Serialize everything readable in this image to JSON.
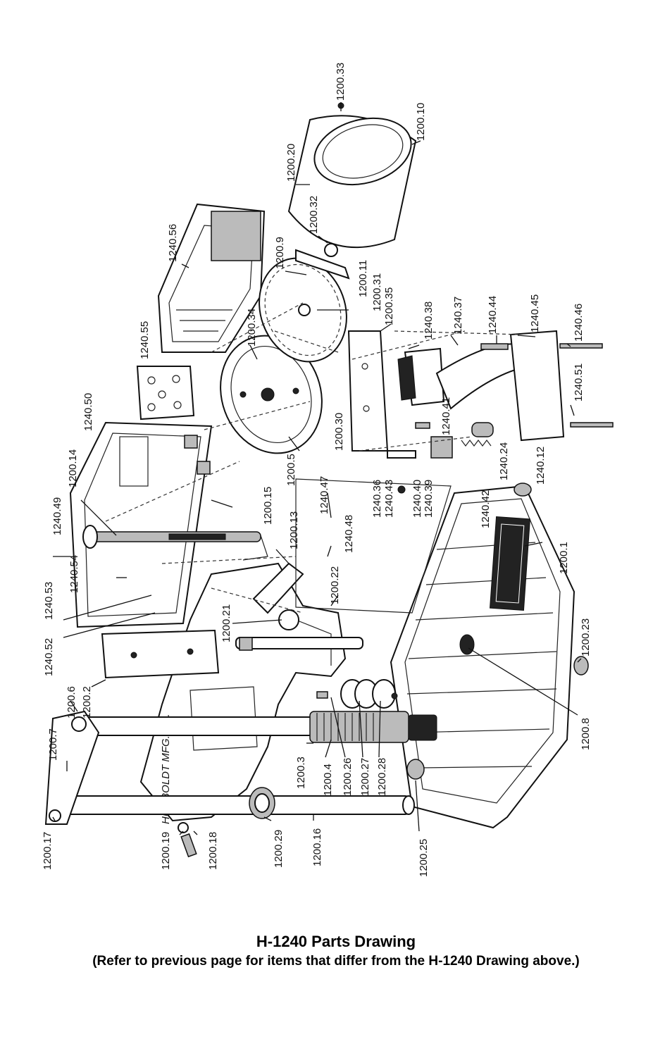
{
  "caption": {
    "title": "H-1240 Parts Drawing",
    "note": "(Refer to previous page for items that differ from the H-1240 Drawing above.)"
  },
  "nameplate_text": "HUMBOLDT MFG. CO.",
  "part_labels": {
    "p1200_33": "1200.33",
    "p1200_10": "1200.10",
    "p1200_20": "1200.20",
    "p1200_32": "1200.32",
    "p1240_56": "1240.56",
    "p1200_9": "1200.9",
    "p1200_11": "1200.11",
    "p1200_31": "1200.31",
    "p1200_35": "1200.35",
    "p1240_38": "1240.38",
    "p1240_37": "1240.37",
    "p1240_44": "1240.44",
    "p1240_45": "1240.45",
    "p1240_46": "1240.46",
    "p1240_55": "1240.55",
    "p1200_34": "1200.34",
    "p1240_51": "1240.51",
    "p1240_50": "1240.50",
    "p1200_30": "1200.30",
    "p1240_41": "1240.41",
    "p1240_12": "1240.12",
    "p1240_24": "1240.24",
    "p1200_14": "1200.14",
    "p1200_5": "1200.5",
    "p1240_47": "1240.47",
    "p1240_36": "1240.36",
    "p1240_43": "1240.43",
    "p1240_40": "1240.40",
    "p1240_39": "1240.39",
    "p1240_42": "1240.42",
    "p1240_49": "1240.49",
    "p1200_15": "1200.15",
    "p1240_48": "1240.48",
    "p1200_13": "1200.13",
    "p1240_54": "1240.54",
    "p1200_22": "1200.22",
    "p1200_1": "1200.1",
    "p1240_53": "1240.53",
    "p1200_21": "1200.21",
    "p1240_52": "1240.52",
    "p1200_23": "1200.23",
    "p1200_6": "1200.6",
    "p1200_2": "1200.2",
    "p1200_7": "1200.7",
    "p1200_8": "1200.8",
    "p1200_3": "1200.3",
    "p1200_4": "1200.4",
    "p1200_26": "1200.26",
    "p1200_27": "1200.27",
    "p1200_28": "1200.28",
    "p1200_17": "1200.17",
    "p1200_19": "1200.19",
    "p1200_18": "1200.18",
    "p1200_29": "1200.29",
    "p1200_16": "1200.16",
    "p1200_25": "1200.25"
  }
}
